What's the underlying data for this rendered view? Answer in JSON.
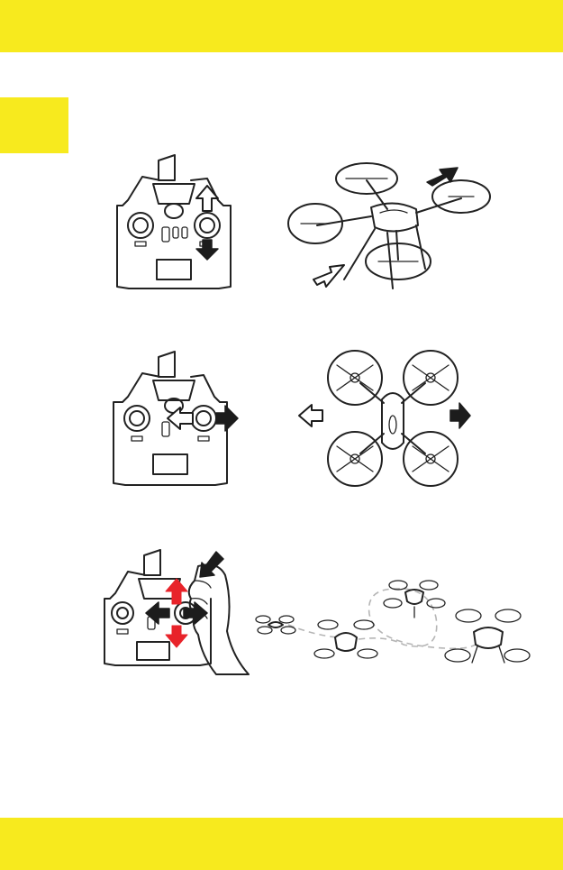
{
  "page": {
    "header_band_color": "#f7ea1e",
    "footer_band_color": "#f7ea1e",
    "section_tab_color": "#f7ea1e"
  },
  "figures": [
    {
      "id": "forward-backward",
      "controller_arrow": "up-down",
      "drone_view": "perspective",
      "arrows": [
        "black-forward",
        "outline-backward"
      ]
    },
    {
      "id": "left-right",
      "controller_arrow": "left-right",
      "drone_view": "top-down",
      "arrows": [
        "outline-left",
        "black-right"
      ]
    },
    {
      "id": "flip",
      "controller_arrow": "red-four-way-with-press",
      "drone_view": "flip-sequence",
      "arrows": [
        "press-down"
      ]
    }
  ],
  "icons": {
    "arrow_black": "arrow-black-icon",
    "arrow_outline": "arrow-outline-icon",
    "arrow_red": "arrow-red-icon",
    "hand": "hand-icon"
  },
  "colors": {
    "accent_red": "#e8232a",
    "ink": "#1c1c1c"
  }
}
